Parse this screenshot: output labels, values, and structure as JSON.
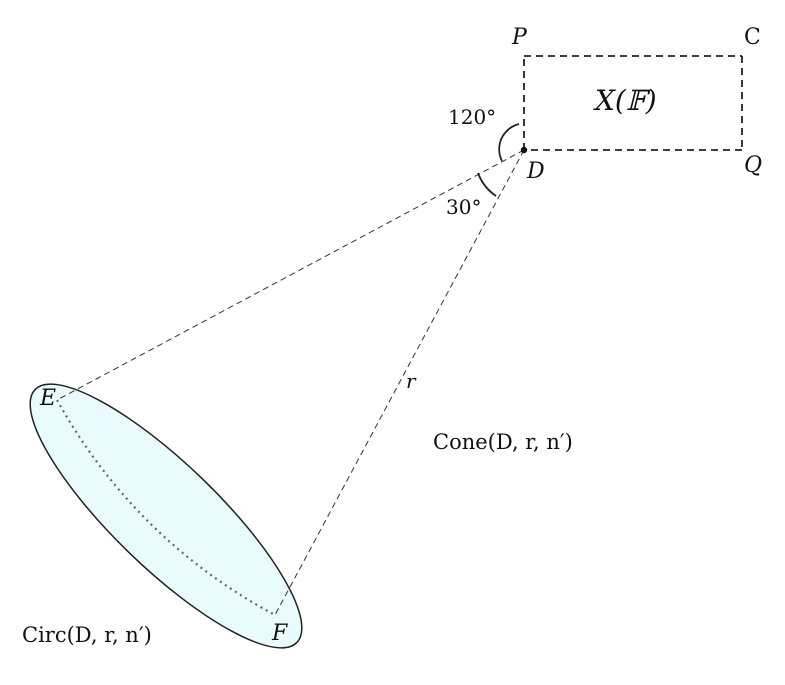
{
  "labels": {
    "P": "P",
    "C": "C",
    "Q": "Q",
    "D": "D",
    "E": "E",
    "F": "F",
    "r": "r",
    "angle_top": "120°",
    "angle_bottom": "30°",
    "box_label": "X(𝔽)",
    "cone_label": "Cone(D, r, n′)",
    "circ_label": "Circ(D, r, n′)"
  },
  "colors": {
    "ellipse_fill": "#e9fbfc",
    "stroke": "#222222"
  }
}
